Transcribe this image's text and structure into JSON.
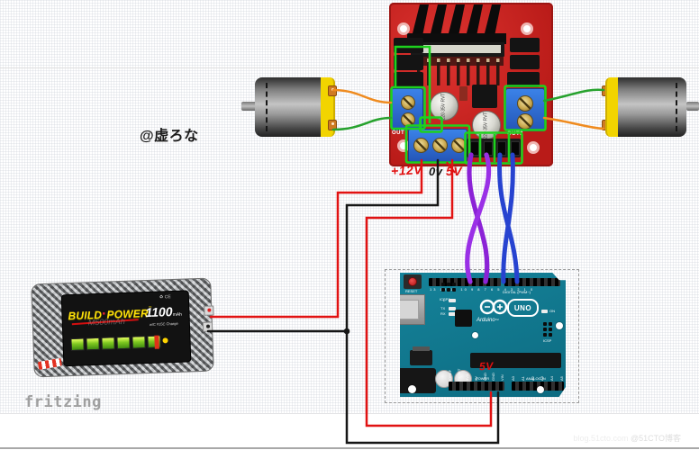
{
  "watermarks": {
    "author": "@虚ろな",
    "fritzing": "fritzing",
    "site_prefix": "blog.51cto.com ",
    "site_suffix": "@51CTO博客"
  },
  "l298n": {
    "terminal_labels": {
      "v12": "+12V",
      "gnd": "0v",
      "v5": "5V"
    },
    "silkscreen": {
      "out_left": "OUT",
      "out_right": "OUT3"
    },
    "capacitor_text": "220 35V RVT"
  },
  "arduino": {
    "brand": "Arduino",
    "brand_tm": "™",
    "model": "UNO",
    "labels": {
      "reset": "RESET",
      "icsp2": "ICSP2",
      "icsp": "ICSP",
      "digital": "DIGITAL (PWM~)",
      "digital_pins": "13 12 11 10 9 8 7 6 5 4 3 2 1 0",
      "led_l": "L",
      "led_tx": "TX",
      "led_rx": "RX",
      "led_on": "ON",
      "power": "POWER",
      "analog": "ANALOG IN",
      "hand_5v": "5V"
    },
    "power_pins": [
      "IOREF",
      "RESET",
      "3V3",
      "5V",
      "GND",
      "GND",
      "VIN"
    ],
    "analog_pins": [
      "A0",
      "A1",
      "A2",
      "A3",
      "A4",
      "A5"
    ]
  },
  "battery": {
    "brand_left": "BUILD",
    "brand_right": "POWER",
    "tm": "™",
    "capacity": "1100",
    "capacity_unit": "mAh",
    "subtitle": "w/C #15C Charge",
    "ghost_text": "M500mAh",
    "certs": "♻ CE"
  },
  "colors": {
    "pcb_red": "#c41f1c",
    "board_teal": "#0f7b8f",
    "terminal_blue": "#2a6bd3",
    "highlight_green": "#1ed21e",
    "wire_red": "#e11212",
    "wire_black": "#161616",
    "wire_orange": "#ef8b1f",
    "wire_green": "#27a22e",
    "wire_purple": "#8b22d6",
    "wire_blue": "#2743d0"
  }
}
